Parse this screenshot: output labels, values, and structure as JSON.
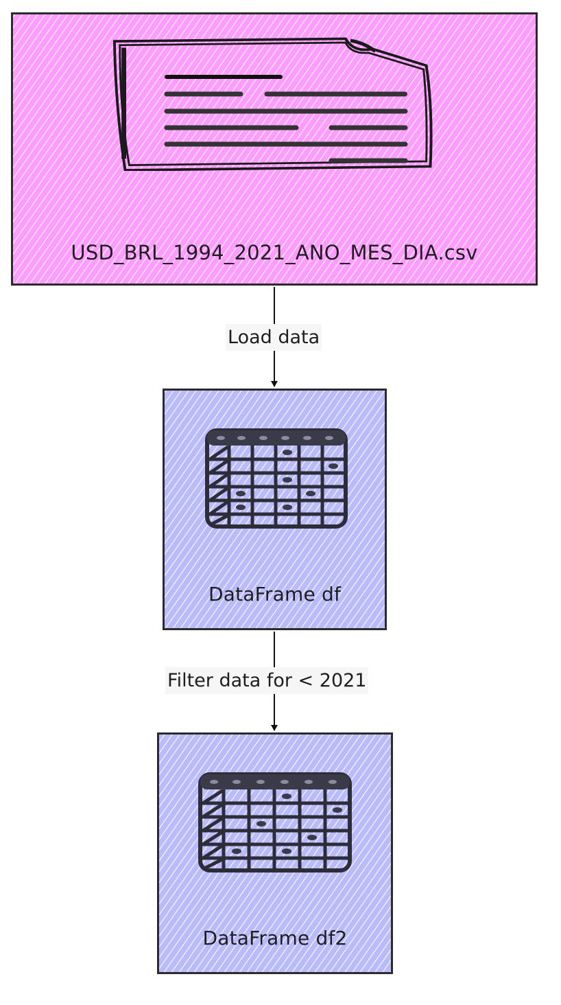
{
  "colors": {
    "csv_fill": "#ff9cff",
    "dataframe_fill": "#babbfb",
    "stroke": "#2b2b2b",
    "edge_label_bg": "#f6f6f6"
  },
  "nodes": {
    "csv": {
      "label": "USD_BRL_1994_2021_ANO_MES_DIA.csv",
      "icon": "document-icon"
    },
    "df": {
      "label": "DataFrame df",
      "icon": "table-icon"
    },
    "df2": {
      "label": "DataFrame df2",
      "icon": "table-icon"
    }
  },
  "edges": [
    {
      "from": "csv",
      "to": "df",
      "label": "Load data"
    },
    {
      "from": "df",
      "to": "df2",
      "label": "Filter data for < 2021"
    }
  ]
}
